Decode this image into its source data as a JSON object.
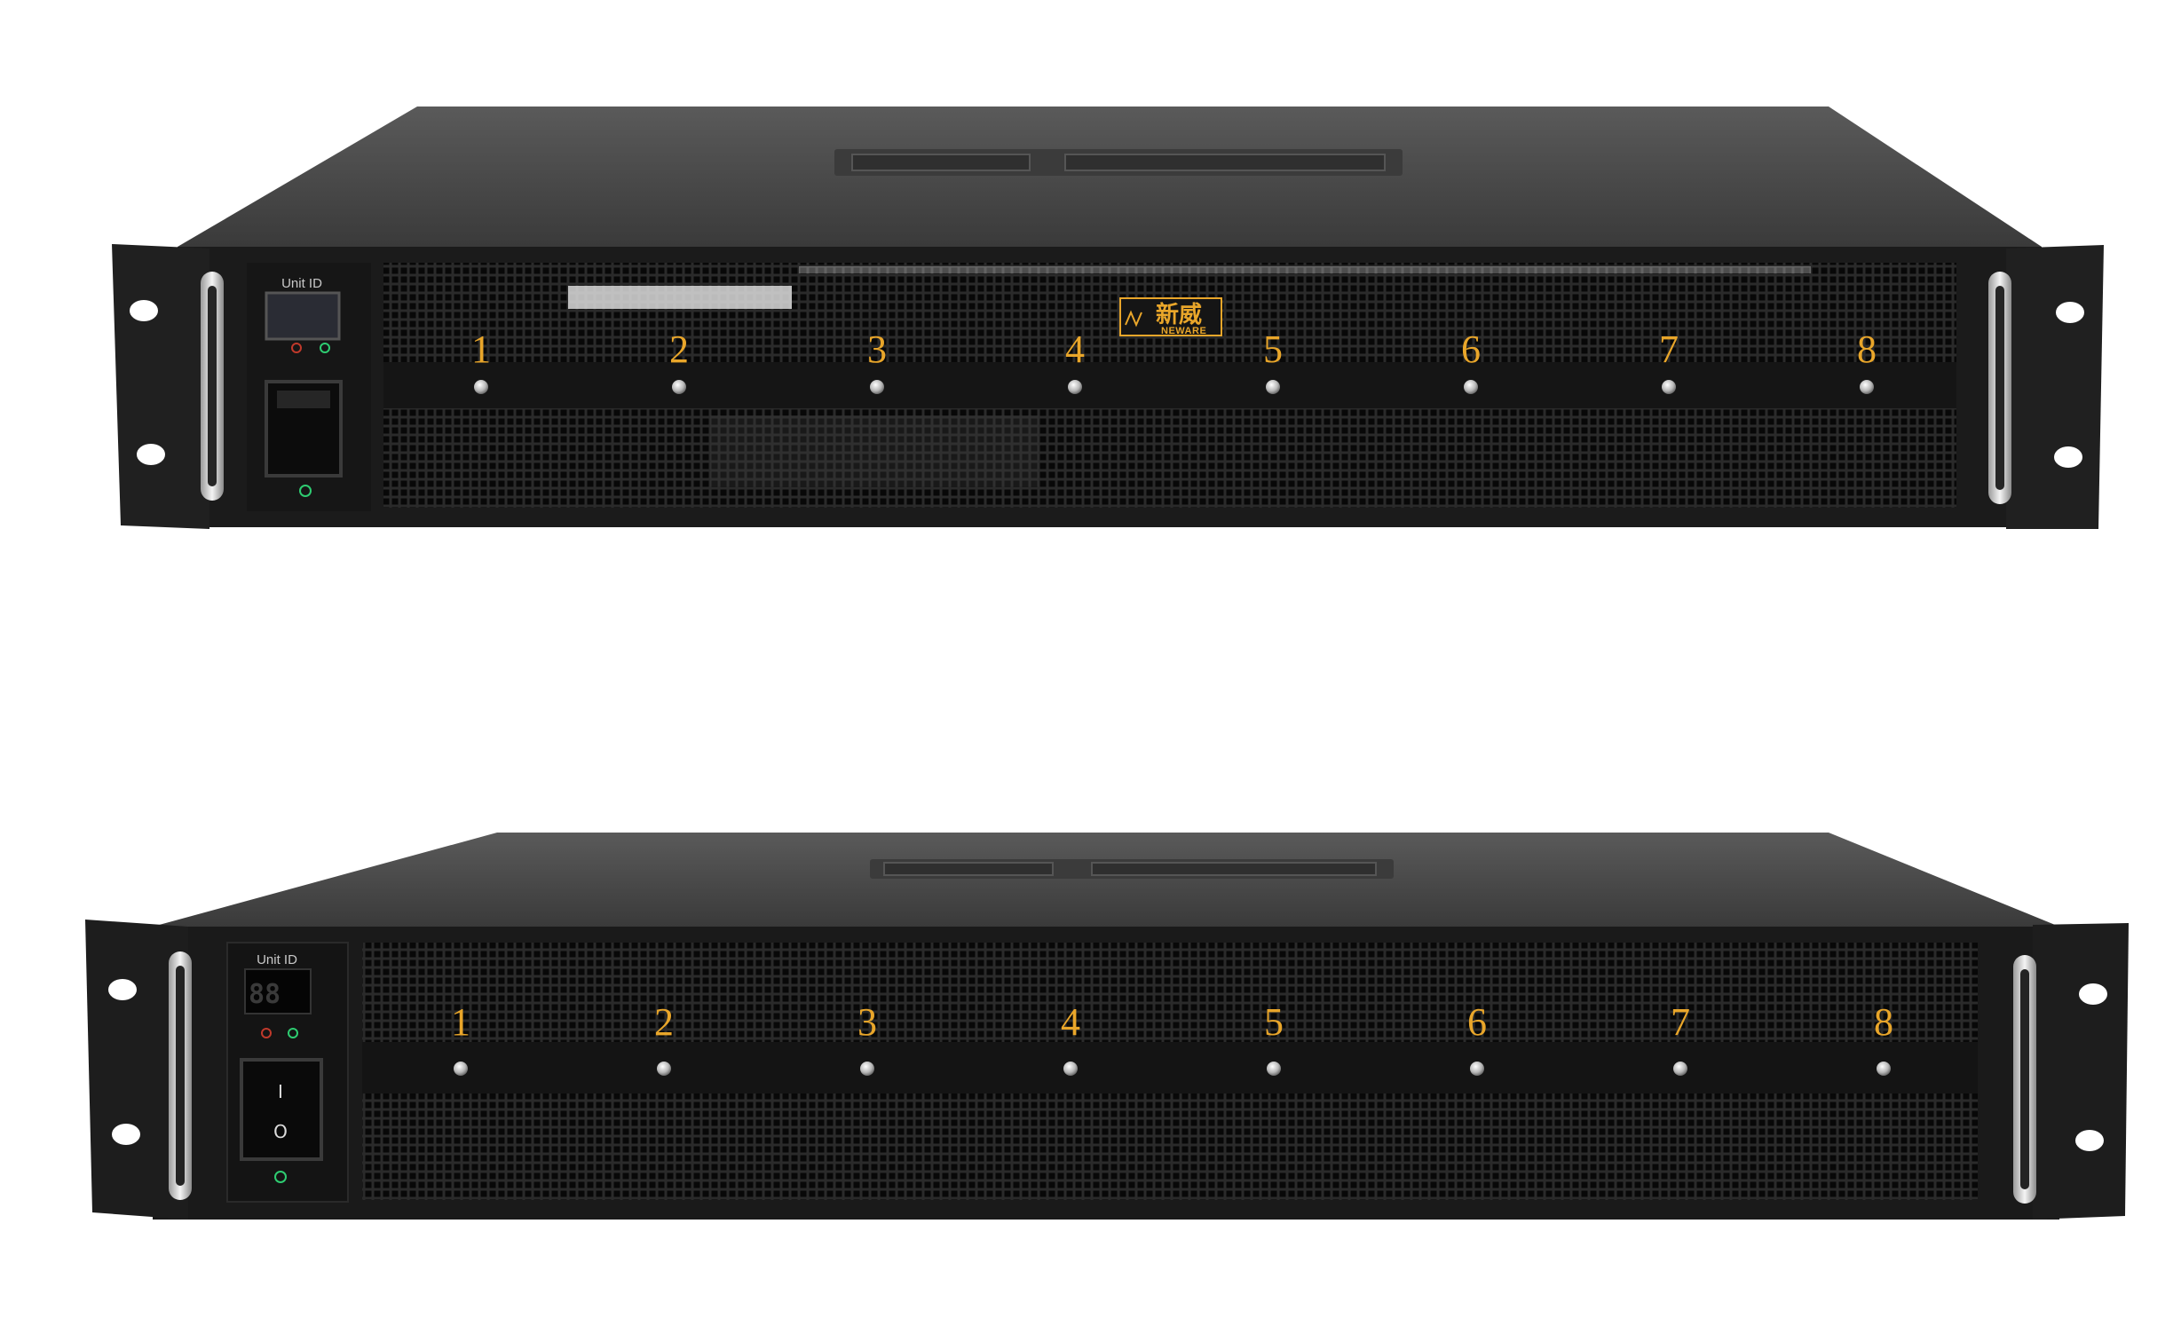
{
  "units": [
    {
      "unit_id_label": "Unit ID",
      "brand_cn": "新威",
      "brand_en": "NEWARE",
      "display": "",
      "switch_on": "",
      "switch_off": "",
      "channels": [
        "1",
        "2",
        "3",
        "4",
        "5",
        "6",
        "7",
        "8"
      ]
    },
    {
      "unit_id_label": "Unit ID",
      "brand_cn": "",
      "brand_en": "",
      "display": "88",
      "switch_on": "I",
      "switch_off": "O",
      "channels": [
        "1",
        "2",
        "3",
        "4",
        "5",
        "6",
        "7",
        "8"
      ]
    }
  ],
  "colors": {
    "channel_label": "#e9a62a",
    "chassis_top": "#4a4a4a",
    "front_panel": "#1b1b1b",
    "led_red": "#c0392b",
    "led_green": "#2ecc71"
  },
  "icons": [
    "power-icon",
    "alarm-led-icon",
    "signal-led-icon",
    "neware-logo"
  ]
}
